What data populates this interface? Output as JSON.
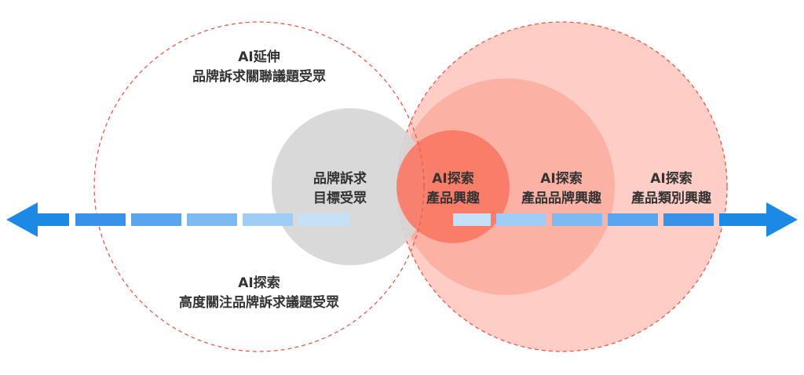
{
  "colors": {
    "dashed_outline": "#e85a46",
    "arrow_blue": "#1e88e5",
    "gray_circle": "#d6d6d6",
    "outer_red": "#fdcdc6",
    "middle_red": "#fbac9f",
    "inner_red": "#fa7863",
    "text": "#333333"
  },
  "labels": {
    "ai_extend": {
      "line1": "AI延伸",
      "line2": "品牌訴求關聯議題受眾"
    },
    "ai_explore_high": {
      "line1": "AI探索",
      "line2": "高度關注品牌訴求議題受眾"
    },
    "brand_target": {
      "line1": "品牌訴求",
      "line2": "目標受眾"
    },
    "product_interest": {
      "line1": "AI探索",
      "line2": "產品興趣"
    },
    "product_brand_interest": {
      "line1": "AI探索",
      "line2": "產品品牌興趣"
    },
    "product_category_interest": {
      "line1": "AI探索",
      "line2": "產品類別興趣"
    }
  },
  "icons": {
    "left_arrow": "arrow-left-icon",
    "right_arrow": "arrow-right-icon"
  }
}
